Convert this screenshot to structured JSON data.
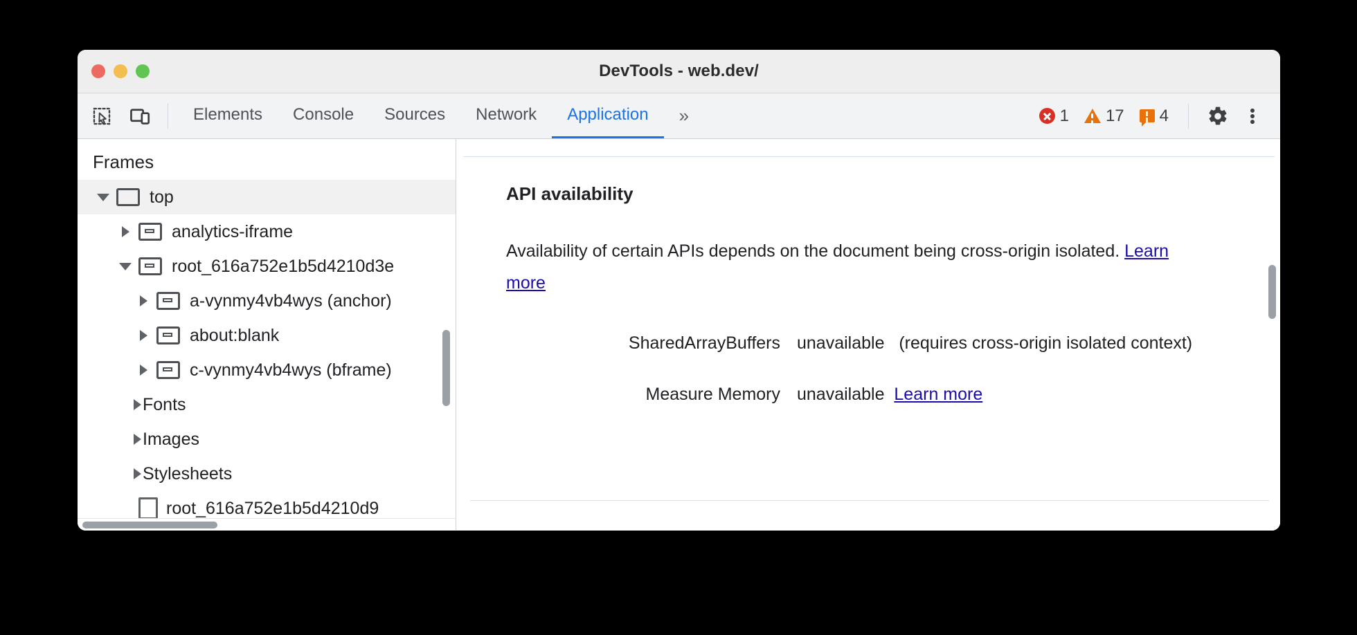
{
  "window": {
    "title": "DevTools - web.dev/",
    "traffic_lights": [
      {
        "name": "close",
        "color": "#ec6a5f"
      },
      {
        "name": "minimize",
        "color": "#f4bd4f"
      },
      {
        "name": "zoom",
        "color": "#61c554"
      }
    ]
  },
  "toolbar": {
    "icons": [
      {
        "name": "inspect-element-icon"
      },
      {
        "name": "device-toolbar-icon"
      }
    ],
    "tabs": [
      {
        "label": "Elements",
        "active": false
      },
      {
        "label": "Console",
        "active": false
      },
      {
        "label": "Sources",
        "active": false
      },
      {
        "label": "Network",
        "active": false
      },
      {
        "label": "Application",
        "active": true
      }
    ],
    "more_tabs_label": "»",
    "counters": {
      "errors": "1",
      "warnings": "17",
      "issues": "4"
    },
    "settings_label": "Settings",
    "menu_label": "Customize and control DevTools",
    "accent_color": "#1a73e8"
  },
  "sidebar": {
    "header": "Frames",
    "scroll": {
      "vertical": true,
      "horizontal": true
    },
    "items": [
      {
        "label": "top",
        "depth": 1,
        "icon": "frame-icon",
        "expanded": true,
        "selected": true,
        "has_arrow": true
      },
      {
        "label": "analytics-iframe",
        "depth": 2,
        "icon": "subframe-icon",
        "expanded": false,
        "selected": false,
        "has_arrow": true
      },
      {
        "label": "root_616a752e1b5d4210d3e",
        "depth": 2,
        "icon": "subframe-icon",
        "expanded": true,
        "selected": false,
        "has_arrow": true
      },
      {
        "label": "a-vynmy4vb4wys (anchor)",
        "depth": 3,
        "icon": "subframe-icon",
        "expanded": false,
        "selected": false,
        "has_arrow": true
      },
      {
        "label": "about:blank",
        "depth": 3,
        "icon": "subframe-icon",
        "expanded": false,
        "selected": false,
        "has_arrow": true
      },
      {
        "label": "c-vynmy4vb4wys (bframe)",
        "depth": 3,
        "icon": "subframe-icon",
        "expanded": false,
        "selected": false,
        "has_arrow": true
      },
      {
        "label": "Fonts",
        "depth": 2,
        "icon": "none",
        "expanded": false,
        "selected": false,
        "has_arrow": true
      },
      {
        "label": "Images",
        "depth": 2,
        "icon": "none",
        "expanded": false,
        "selected": false,
        "has_arrow": true
      },
      {
        "label": "Stylesheets",
        "depth": 2,
        "icon": "none",
        "expanded": false,
        "selected": false,
        "has_arrow": true
      },
      {
        "label": "root_616a752e1b5d4210d9",
        "depth": 3,
        "icon": "document-icon",
        "expanded": false,
        "selected": false,
        "has_arrow": false
      }
    ]
  },
  "main": {
    "section_title": "API availability",
    "description_part1": "Availability of certain APIs depends on the document being cross-origin isolated. ",
    "description_link": "Learn more",
    "rows": [
      {
        "key": "SharedArrayBuffers",
        "value": "unavailable",
        "note": "(requires cross-origin isolated context)",
        "link": ""
      },
      {
        "key": "Measure Memory",
        "value": "unavailable",
        "note": "",
        "link": "Learn more"
      }
    ]
  }
}
